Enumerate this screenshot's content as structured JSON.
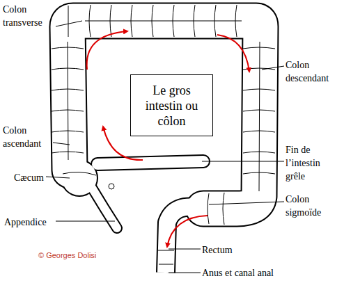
{
  "diagram": {
    "nodes": [
      {
        "text": [
          "Le gros intestin ou côlon"
        ]
      }
    ],
    "labels": [
      "Colon transverse",
      "Colon descendant",
      "Colon ascendant",
      "Fin de l’intestin grêle",
      "Cæcum",
      "Colon sigmoïde",
      "Appendice",
      "Rectum",
      "Anus et canal anal",
      "© Georges Dolisi"
    ]
  }
}
